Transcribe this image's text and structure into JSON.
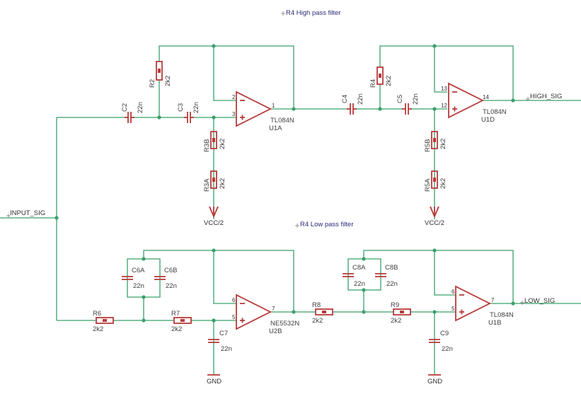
{
  "titles": {
    "hpf": "R4 High pass filter",
    "lpf": "R4 Low pass filter"
  },
  "nets": {
    "input": "INPUT_SIG",
    "high": "HIGH_SIG",
    "low": "LOW_SIG",
    "vcc1": "VCC/2",
    "vcc2": "VCC/2",
    "gnd1": "GND",
    "gnd2": "GND"
  },
  "parts": {
    "c2": {
      "ref": "C2",
      "val": "22n"
    },
    "c3": {
      "ref": "C3",
      "val": "22n"
    },
    "r2": {
      "ref": "R2",
      "val": "2k2"
    },
    "r3b": {
      "ref": "R3B",
      "val": "2k2"
    },
    "r3a": {
      "ref": "R3A",
      "val": "2k2"
    },
    "u1a": {
      "ref": "U1A",
      "val": "TL084N"
    },
    "c4": {
      "ref": "C4",
      "val": "22n"
    },
    "c5": {
      "ref": "C5",
      "val": "22n"
    },
    "r4": {
      "ref": "R4",
      "val": "2k2"
    },
    "r5b": {
      "ref": "R5B",
      "val": "2k2"
    },
    "r5a": {
      "ref": "R5A",
      "val": "2k2"
    },
    "u1d": {
      "ref": "U1D",
      "val": "TL084N"
    },
    "c6a": {
      "ref": "C6A",
      "val": "22n"
    },
    "c6b": {
      "ref": "C6B",
      "val": "22n"
    },
    "r6": {
      "ref": "R6",
      "val": "2k2"
    },
    "r7": {
      "ref": "R7",
      "val": "2k2"
    },
    "c7": {
      "ref": "C7",
      "val": "22n"
    },
    "u2b": {
      "ref": "U2B",
      "val": "NE5532N"
    },
    "c8a": {
      "ref": "C8A",
      "val": "22n"
    },
    "c8b": {
      "ref": "C8B",
      "val": "22n"
    },
    "r8": {
      "ref": "R8",
      "val": "2k2"
    },
    "r9": {
      "ref": "R9",
      "val": "2k2"
    },
    "c9": {
      "ref": "C9",
      "val": "22n"
    },
    "u1b": {
      "ref": "U1B",
      "val": "TL084N"
    }
  },
  "pins": {
    "u1a": {
      "inv": "2",
      "noninv": "3",
      "out": "1"
    },
    "u1d": {
      "inv": "13",
      "noninv": "12",
      "out": "14"
    },
    "u2b": {
      "inv": "6",
      "noninv": "5",
      "out": "7"
    },
    "u1b": {
      "inv": "6",
      "noninv": "5",
      "out": "7"
    }
  }
}
